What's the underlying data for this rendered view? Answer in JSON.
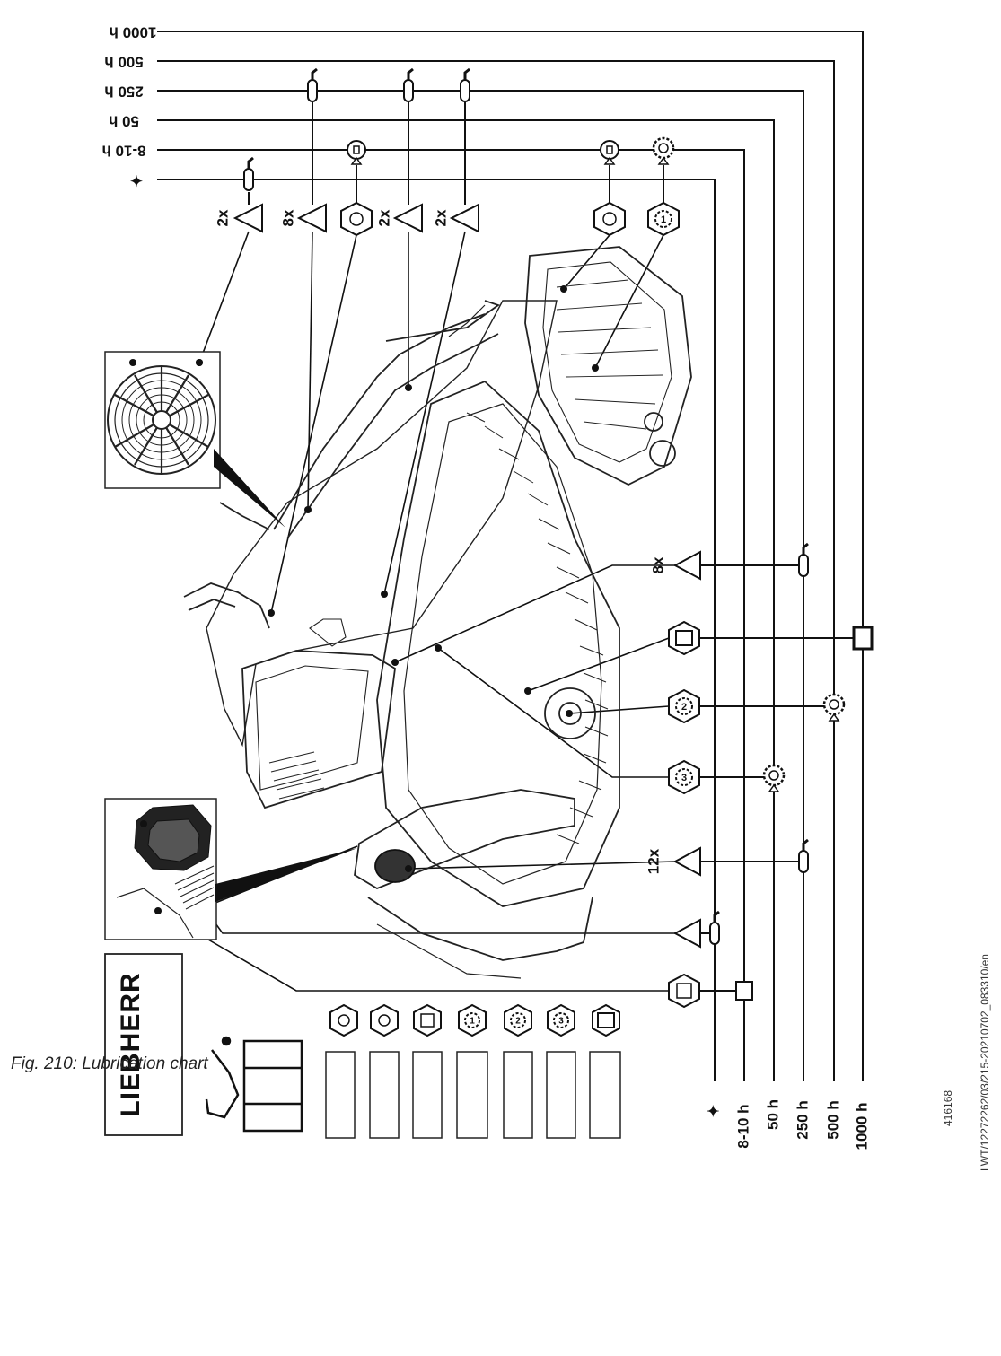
{
  "figure": {
    "caption": "Fig. 210: Lubrication chart",
    "image_id": "416168",
    "doc_ref": "LWT/12272262/03/215-20210702_083310/en",
    "brand": "LIEBHERR"
  },
  "intervals": {
    "top": [
      "1000 h",
      "500 h",
      "250 h",
      "50 h",
      "8-10 h",
      "✦"
    ],
    "bottom": [
      "✦",
      "8-10 h",
      "50 h",
      "250 h",
      "500 h",
      "1000 h"
    ]
  },
  "quantities": {
    "fan_grease": "2x",
    "upper_8": "8x",
    "mid_2a": "2x",
    "mid_2b": "2x",
    "right_8": "8x",
    "right_12": "12x"
  },
  "gear_numbers": {
    "g1": "1",
    "g2": "2",
    "g3": "3"
  },
  "legend": {
    "items": [
      {
        "icon": "engine-oil-icon"
      },
      {
        "icon": "coolant-icon"
      },
      {
        "icon": "hydraulic-tank-icon"
      },
      {
        "icon": "gearbox-1-icon",
        "num": "1"
      },
      {
        "icon": "gearbox-2-icon",
        "num": "2"
      },
      {
        "icon": "gearbox-3-icon",
        "num": "3"
      },
      {
        "icon": "filter-icon"
      }
    ]
  },
  "colors": {
    "line": "#111111",
    "background": "#ffffff"
  }
}
